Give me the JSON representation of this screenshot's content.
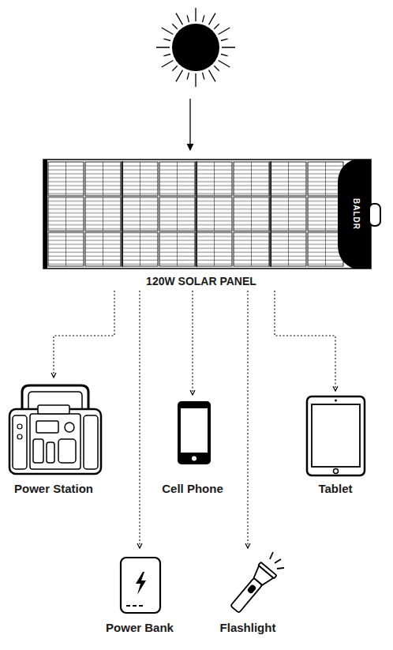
{
  "diagram": {
    "nodes": [
      {
        "text": [
          "BALDR",
          "120W SOLAR PANEL"
        ]
      },
      {
        "text": [
          "Power Station"
        ]
      },
      {
        "text": [
          "Cell Phone"
        ]
      },
      {
        "text": [
          "Tablet"
        ]
      },
      {
        "text": [
          "Power Bank"
        ]
      },
      {
        "text": [
          "Flashlight"
        ]
      }
    ],
    "edges": [
      {
        "from": 0,
        "to": 1,
        "arrow": "to"
      },
      {
        "from": 0,
        "to": 2,
        "arrow": "to"
      },
      {
        "from": 0,
        "to": 3,
        "arrow": "to"
      },
      {
        "from": 0,
        "to": 4,
        "arrow": "to"
      },
      {
        "from": 0,
        "to": 5,
        "arrow": "to"
      }
    ]
  }
}
